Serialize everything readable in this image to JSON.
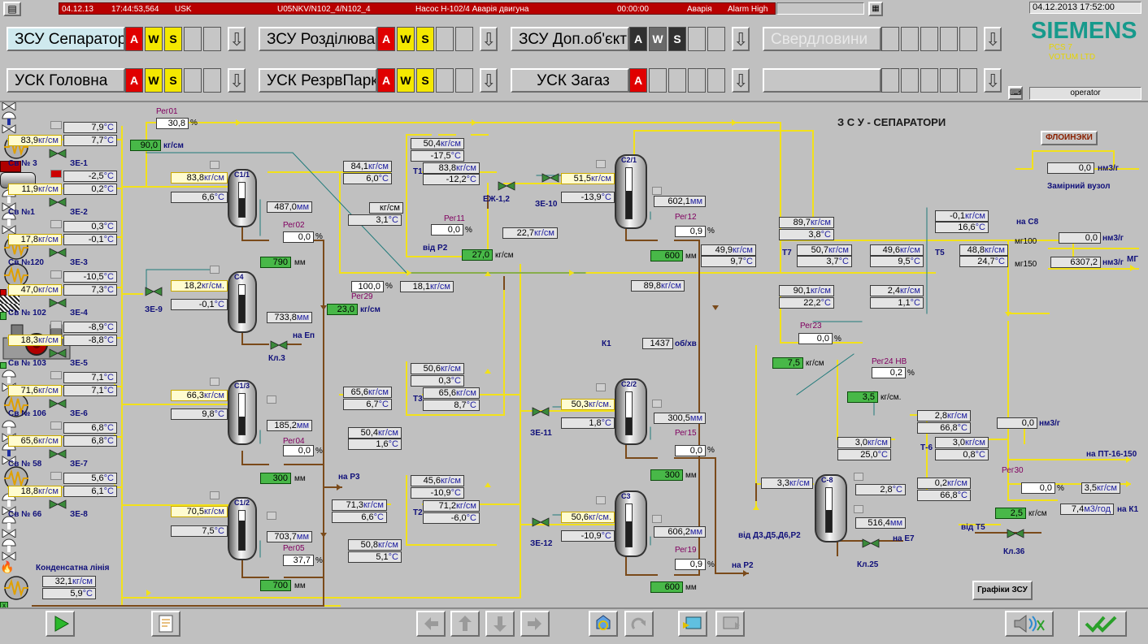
{
  "alarm": {
    "date": "04.12.13",
    "time": "17:44:53,564",
    "area": "USK",
    "tag": "U05NKV/N102_4/N102_4",
    "message": "Насос Н-102/4 Аварія двигуна",
    "duration": "00:00:00",
    "type": "Аварія",
    "status": "Alarm High"
  },
  "clock": "04.12.2013 17:52:00",
  "brand": {
    "name": "SIEMENS",
    "sub1": "PCS 7",
    "sub2": "VOTUM LTD"
  },
  "operator": "operator",
  "tabs": [
    {
      "label": "ЗСУ Сепаратори",
      "a": "A",
      "w": "W",
      "s": "S"
    },
    {
      "label": "ЗСУ Розділювач",
      "a": "A",
      "w": "W",
      "s": "S"
    },
    {
      "label": "ЗСУ Доп.об'єкти",
      "a": "A",
      "w": "W",
      "s": "S"
    },
    {
      "label": "Свердловини"
    },
    {
      "label": "УСК Головна",
      "a": "A",
      "w": "W",
      "s": "S"
    },
    {
      "label": "УСК РезрвПарк",
      "a": "A",
      "w": "W",
      "s": "S"
    },
    {
      "label": "УСК Загаз",
      "a": "A"
    },
    {
      "label": ""
    }
  ],
  "title": "З С У  - СЕПАРАТОРИ",
  "flonexi": "ФЛОИНЭКИ",
  "units": {
    "kgcm": "кг/см",
    "kgcm_dot": "кг/см.",
    "degC": "°C",
    "mm": "мм",
    "pct": "%",
    "nm3h": "нм3/г",
    "m3h": "м3/год",
    "obhv": "об/хв"
  },
  "wells": [
    {
      "name": "Св № 3",
      "ze": "ЗЕ-1",
      "p": "83,9",
      "t1": "7,9",
      "t2": "7,7"
    },
    {
      "name": "Св №1",
      "ze": "ЗЕ-2",
      "p": "11,9",
      "t1": "-2,5",
      "t2": "0,2"
    },
    {
      "name": "Св №120",
      "ze": "ЗЕ-3",
      "p": "17,8",
      "t1": "0,3",
      "t2": "-0,1"
    },
    {
      "name": "Св № 102",
      "ze": "ЗЕ-4",
      "p": "47,0",
      "t1": "-10,5",
      "t2": "7,3"
    },
    {
      "name": "Св № 103",
      "ze": "ЗЕ-5",
      "p": "18,3",
      "t1": "-8,9",
      "t2": "-8,8"
    },
    {
      "name": "Св № 106",
      "ze": "ЗЕ-6",
      "p": "71,6",
      "t1": "7,1",
      "t2": "7,1"
    },
    {
      "name": "Св № 58",
      "ze": "ЗЕ-7",
      "p": "65,6",
      "t1": "6,8",
      "t2": "6,8"
    },
    {
      "name": "Св № 66",
      "ze": "ЗЕ-8",
      "p": "18,8",
      "t1": "5,6",
      "t2": "6,1"
    }
  ],
  "reg01": {
    "name": "Рег01",
    "val": "30,8",
    "flow": "90,0"
  },
  "c11": {
    "name": "С1/1",
    "p": "83,8",
    "t": "6,6",
    "lvl": "487,0",
    "reg": "Рег02",
    "regval": "0,0",
    "set": "790",
    "lvl_frac": 0.55
  },
  "c4": {
    "name": "С4",
    "p": "18,2",
    "t": "-0,1",
    "lvl": "733,8",
    "ze": "ЗЕ-9",
    "kl": "Кл.3",
    "to": "на Еп",
    "lvl_frac": 0.75
  },
  "reg29": {
    "name": "Рег29",
    "val": "100,0",
    "flow": "23,0"
  },
  "flow181": "18,1",
  "flow898": "89,8",
  "t1": {
    "name": "T1",
    "in_p": "84,1",
    "in_t": "6,0",
    "top_p": "50,4",
    "top_t": "-17,5",
    "out_p": "83,8",
    "out_t": "-12,2",
    "alarm_t": "3,1"
  },
  "ej12": {
    "name": "ЕЖ-1,2",
    "reg": "Рег11",
    "regval": "0,0",
    "p": "22,7",
    "set": "27,0",
    "from": "від Р2"
  },
  "ze10": {
    "name": "ЗЕ-10",
    "p": "51,5",
    "t": "-13,9"
  },
  "c21": {
    "name": "С2/1",
    "lvl": "602,1",
    "reg": "Рег12",
    "regval": "0,9",
    "set": "600",
    "lvl_frac": 0.55
  },
  "t7": {
    "name": "T7",
    "p1": "89,7",
    "t1": "3,8",
    "p2": "49,9",
    "t2": "9,7",
    "p3": "50,7",
    "t3": "3,7",
    "p4": "90,1",
    "t4": "22,2"
  },
  "t5": {
    "name": "T5",
    "p1": "-0,1",
    "t1": "16,6",
    "p2": "49,6",
    "t2": "9,5",
    "p3": "48,8",
    "t3": "24,7",
    "p4": "2,4",
    "t4": "1,1"
  },
  "meter": {
    "label": "Замірний вузол",
    "v1": "0,0",
    "v2": "0,0",
    "v3": "6307,2",
    "c8": "на С8",
    "mg100": "мг100",
    "mg150": "мг150",
    "mg": "МГ"
  },
  "k1": {
    "name": "К1",
    "rpm": "1437"
  },
  "c13": {
    "name": "С1/3",
    "p": "66,3",
    "t": "9,8",
    "lvl": "185,2",
    "reg": "Рег04",
    "regval": "0,0",
    "set": "300",
    "lvl_frac": 0.45
  },
  "t3": {
    "name": "T3",
    "top_p": "50,6",
    "top_t": "0,3",
    "in_p": "65,6",
    "in_t": "6,7",
    "out_p": "65,6",
    "out_t": "8,7",
    "low_p": "50,4",
    "low_t": "1,6"
  },
  "ze11": {
    "name": "ЗЕ-11",
    "p": "50,3",
    "t": "1,8"
  },
  "c22": {
    "name": "С2/2",
    "lvl": "300,5",
    "reg": "Рег15",
    "regval": "0,0",
    "set": "300",
    "lvl_frac": 0.4
  },
  "toP3": "на Р3",
  "c12": {
    "name": "С1/2",
    "p": "70,5",
    "t": "7,5",
    "lvl": "703,7",
    "reg": "Рег05",
    "regval": "37,7",
    "set": "700",
    "lvl_frac": 0.75
  },
  "t2": {
    "name": "T2",
    "top_p": "45,6",
    "top_t": "-10,9",
    "in_p": "71,3",
    "in_t": "6,6",
    "out_p": "71,2",
    "out_t": "-6,0",
    "low_p": "50,8",
    "low_t": "5,1"
  },
  "ze12": {
    "name": "ЗЕ-12",
    "p": "50,6",
    "t": "-10,9"
  },
  "c3": {
    "name": "С3",
    "lvl": "606,2",
    "reg": "Рег19",
    "regval": "0,9",
    "set": "600",
    "lvl_frac": 0.6
  },
  "toP2": "на Р2",
  "condensate": {
    "label": "Конденсатна лінія",
    "p": "32,1",
    "t": "5,9"
  },
  "reg23": {
    "name": "Рег23",
    "val": "0,0",
    "flow": "7,5"
  },
  "reg24": {
    "name": "Рег24 НВ",
    "val": "0,2",
    "flow": "3,5"
  },
  "t6": {
    "name": "Т-6",
    "p1": "2,8",
    "t1": "66,8",
    "p2": "3,0",
    "t2": "25,0",
    "p3": "3,0",
    "t3": "0,8",
    "p4": "0,2",
    "t4": "66,8"
  },
  "c8": {
    "name": "С-8",
    "p": "3,3",
    "t": "2,8",
    "lvl": "516,4",
    "kl": "Кл.25",
    "to": "на Е7",
    "from": "від Д3,Д5,Д6,Р2",
    "lvl_frac": 0.5
  },
  "flare": {
    "v": "0,0",
    "to": "на ПТ-16-150"
  },
  "reg30": {
    "name": "Рег30",
    "val": "0,0",
    "p": "3,5",
    "flow": "2,5",
    "m3": "7,4",
    "to": "на К1"
  },
  "kl36": {
    "name": "Кл.36",
    "from": "від Т5"
  },
  "btn_graphs": "Графіки ЗСУ",
  "colors": {
    "pipe_yellow": "#f2e11a",
    "pipe_brown": "#7a4a1a",
    "pipe_teal": "#1f7a7a",
    "alarm_red": "#cc0000"
  }
}
